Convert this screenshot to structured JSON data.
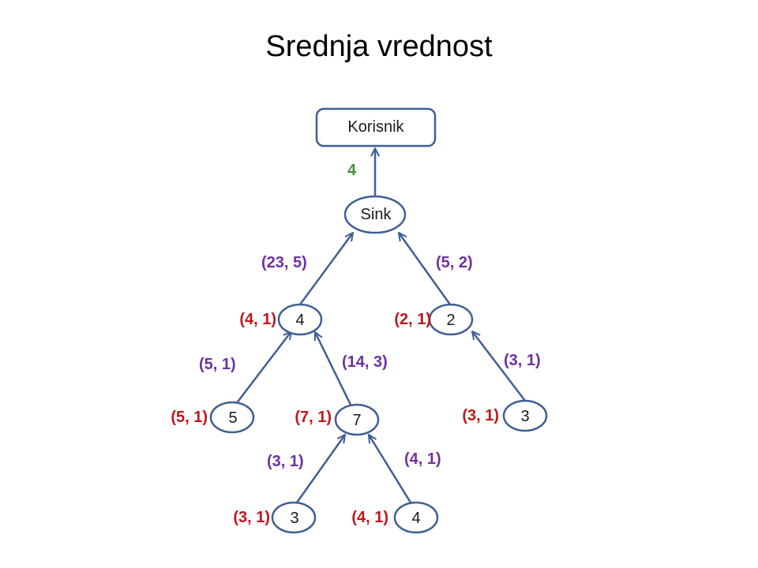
{
  "title": "Srednja vrednost",
  "colors": {
    "stroke": "#3f5f95",
    "local": "#c0161a",
    "edge": "#7030a0",
    "result": "#4a8b3a"
  },
  "nodes": {
    "korisnik": "Korisnik",
    "sink": "Sink",
    "a": "4",
    "b": "2",
    "c": "5",
    "d": "7",
    "e": "3",
    "f": "3",
    "g": "4"
  },
  "local_labels": {
    "a": "(4, 1)",
    "b": "(2, 1)",
    "c": "(5, 1)",
    "d": "(7, 1)",
    "e": "(3, 1)",
    "f": "(3, 1)",
    "g": "(4, 1)"
  },
  "edge_labels": {
    "sink_korisnik": "4",
    "a_sink": "(23, 5)",
    "b_sink": "(5, 2)",
    "c_a": "(5, 1)",
    "d_a": "(14, 3)",
    "e_b": "(3, 1)",
    "f_d": "(3, 1)",
    "g_d": "(4, 1)"
  }
}
